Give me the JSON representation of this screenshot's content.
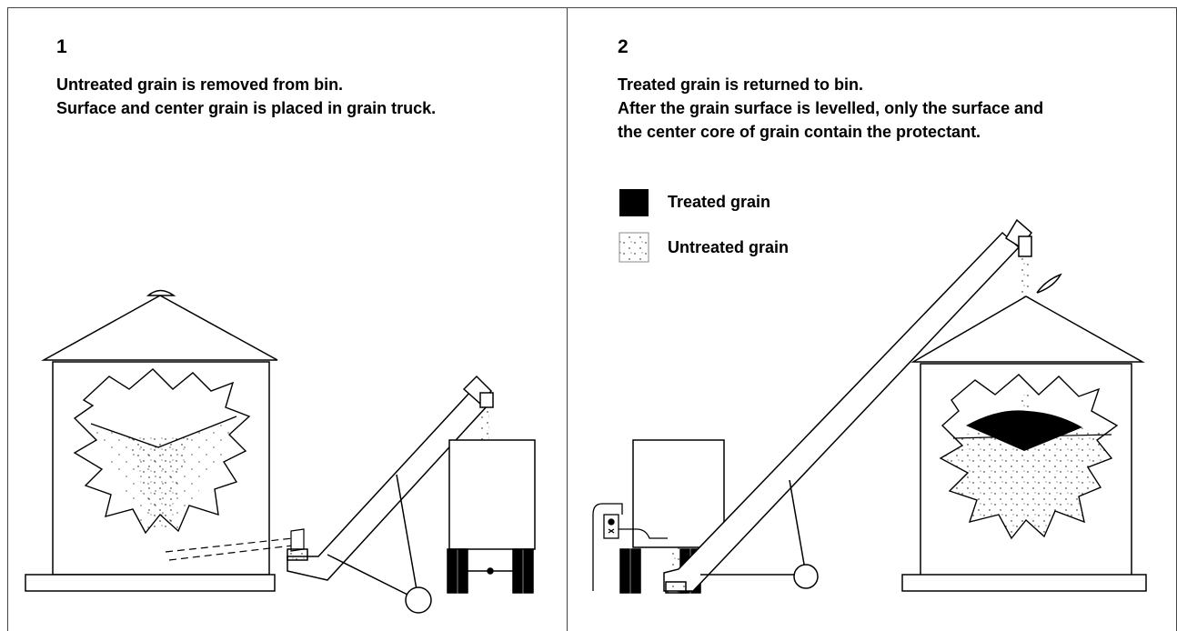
{
  "panels": [
    {
      "number": "1",
      "lines": [
        "Untreated grain is removed from bin.",
        "Surface and center grain is placed in grain truck."
      ]
    },
    {
      "number": "2",
      "lines": [
        "Treated grain is returned to bin.",
        "After the grain surface is levelled, only the surface and",
        "the center core of grain contain the protectant."
      ]
    }
  ],
  "legend": [
    {
      "label": "Treated grain",
      "fill": "solid"
    },
    {
      "label": "Untreated grain",
      "fill": "dotted"
    }
  ],
  "colors": {
    "stroke": "#000000",
    "border": "#444444"
  }
}
